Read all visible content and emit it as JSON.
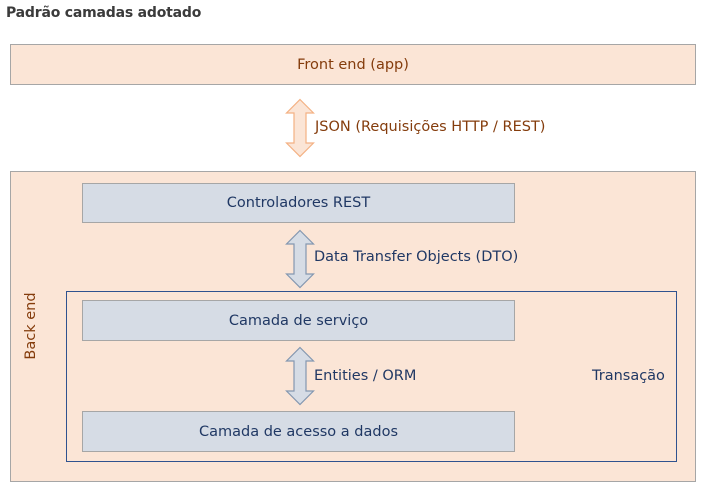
{
  "title": "Padrão camadas adotado",
  "frontend": {
    "label": "Front end (app)"
  },
  "connectors": {
    "json": "JSON (Requisições HTTP / REST)",
    "dto": "Data Transfer Objects (DTO)",
    "entities": "Entities / ORM"
  },
  "backend": {
    "label": "Back end",
    "controllers": "Controladores REST",
    "service": "Camada de serviço",
    "data_access": "Camada de acesso a dados",
    "transaction": "Transação"
  },
  "colors": {
    "peach_fill": "#fbe5d6",
    "slate_fill": "#d6dce5",
    "orange_text": "#843c0c",
    "orange_arrow_stroke": "#f4b183",
    "navy_text": "#203864",
    "transaction_border": "#2f528f",
    "slate_arrow_stroke": "#8497b0"
  }
}
